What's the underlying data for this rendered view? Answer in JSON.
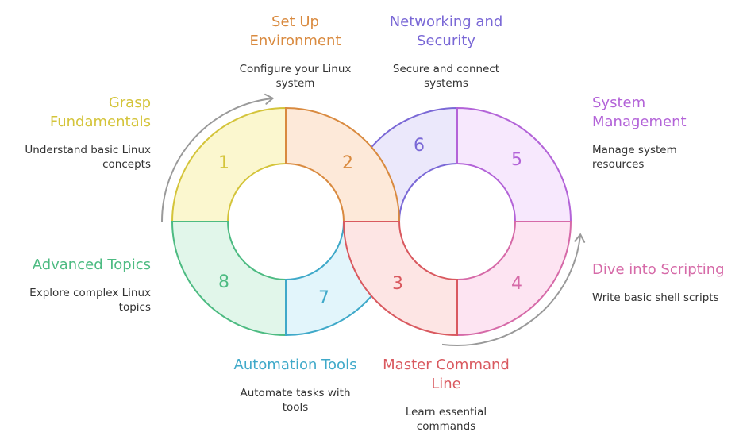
{
  "steps": [
    {
      "num": "1",
      "title": "Grasp Fundamentals",
      "title_lines": [
        "Grasp",
        "Fundamentals"
      ],
      "desc_lines": [
        "Understand basic Linux",
        "concepts"
      ],
      "color": "#d4c43a",
      "fill": "#fbf7cf"
    },
    {
      "num": "2",
      "title": "Set Up Environment",
      "title_lines": [
        "Set Up",
        "Environment"
      ],
      "desc_lines": [
        "Configure your Linux",
        "system"
      ],
      "color": "#d98a3f",
      "fill": "#fde9d9"
    },
    {
      "num": "3",
      "title": "Master Command Line",
      "title_lines": [
        "Master Command",
        "Line"
      ],
      "desc_lines": [
        "Learn essential",
        "commands"
      ],
      "color": "#d9595f",
      "fill": "#fde5e4"
    },
    {
      "num": "4",
      "title": "Dive into Scripting",
      "title_lines": [
        "Dive into Scripting"
      ],
      "desc_lines": [
        "Write basic shell scripts"
      ],
      "color": "#d66aa8",
      "fill": "#fde4f2"
    },
    {
      "num": "5",
      "title": "System Management",
      "title_lines": [
        "System",
        "Management"
      ],
      "desc_lines": [
        "Manage system",
        "resources"
      ],
      "color": "#b363d8",
      "fill": "#f7e8fd"
    },
    {
      "num": "6",
      "title": "Networking and Security",
      "title_lines": [
        "Networking and",
        "Security"
      ],
      "desc_lines": [
        "Secure and connect",
        "systems"
      ],
      "color": "#7a68d6",
      "fill": "#ebe8fb"
    },
    {
      "num": "7",
      "title": "Automation Tools",
      "title_lines": [
        "Automation Tools"
      ],
      "desc_lines": [
        "Automate tasks with",
        "tools"
      ],
      "color": "#3fa9c9",
      "fill": "#e2f5fb"
    },
    {
      "num": "8",
      "title": "Advanced Topics",
      "title_lines": [
        "Advanced Topics"
      ],
      "desc_lines": [
        "Explore complex Linux",
        "topics"
      ],
      "color": "#4dbb82",
      "fill": "#e1f6ea"
    }
  ],
  "arrow_color": "#9a9a9a"
}
